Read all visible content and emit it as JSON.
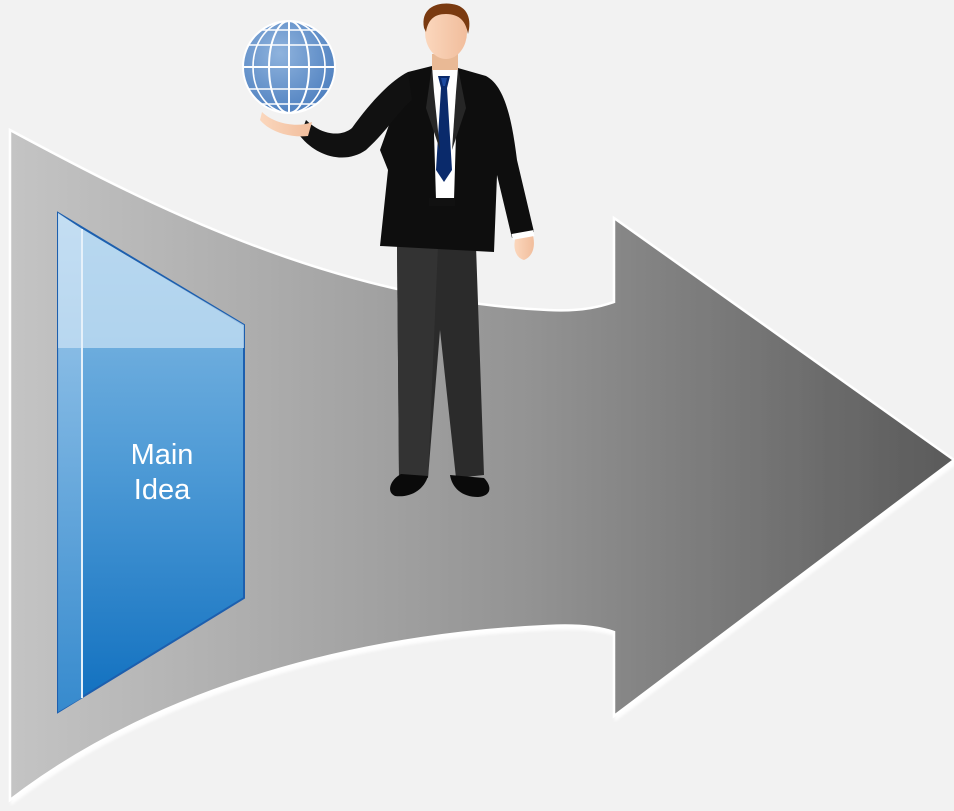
{
  "diagram": {
    "panel_label_lines": [
      "Main",
      "Idea"
    ]
  },
  "colors": {
    "background": "#f2f2f2",
    "arrow_light": "#c4c4c4",
    "arrow_dark": "#5a5a5a",
    "panel_top": "#b9d6ee",
    "panel_mid": "#6aa8d8",
    "panel_bottom": "#0f6fbf",
    "panel_border": "#1d5fae",
    "suit": "#0d0d0d",
    "tie": "#0a2a6b",
    "globe": "#6b95c8",
    "skin": "#fbd0b3",
    "hair": "#7a3a10"
  },
  "icons": [
    "globe-icon",
    "businessman-figure"
  ]
}
